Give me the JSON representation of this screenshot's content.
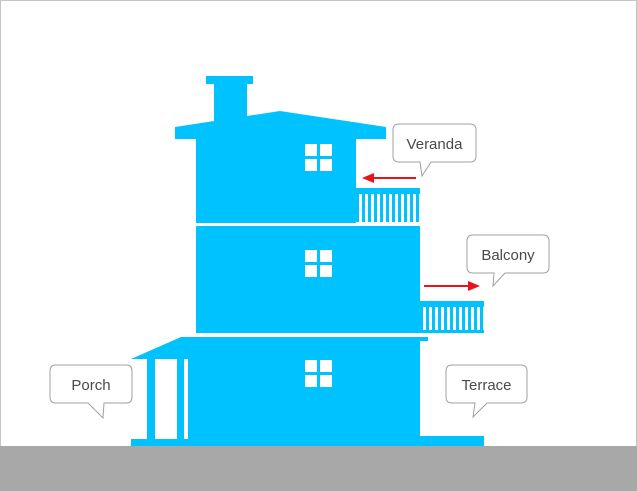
{
  "diagram": {
    "callouts": {
      "veranda": "Veranda",
      "balcony": "Balcony",
      "porch": "Porch",
      "terrace": "Terrace"
    },
    "colors": {
      "house": "#00c2ff",
      "window_pane": "#ffffff",
      "arrow": "#e8141b",
      "ground": "#a8a8a8",
      "callout_border": "#a0a0a0",
      "callout_fill": "#ffffff",
      "frame_border": "#c4c4c4"
    }
  }
}
